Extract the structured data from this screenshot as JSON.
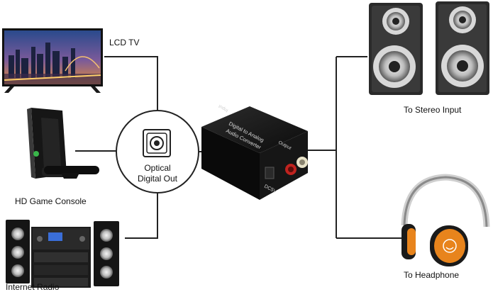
{
  "labels": {
    "lcd_tv": "LCD TV",
    "game_console": "HD Game Console",
    "internet_radio": "Internet Radio",
    "stereo": "To Stereo Input",
    "headphone": "To Headphone",
    "optical_line1": "Optical",
    "optical_line2": "Digital Out"
  },
  "converter": {
    "line1": "Digital to Analog",
    "line2": "Audio Converter",
    "input": "Input",
    "output": "Output",
    "power": "DC5V"
  },
  "colors": {
    "line": "#222222",
    "device_black": "#141414",
    "rca_red": "#c0231f",
    "rca_white": "#e8e2c8",
    "headphone_orange": "#e8841c",
    "xbox_green": "#39b54a"
  }
}
